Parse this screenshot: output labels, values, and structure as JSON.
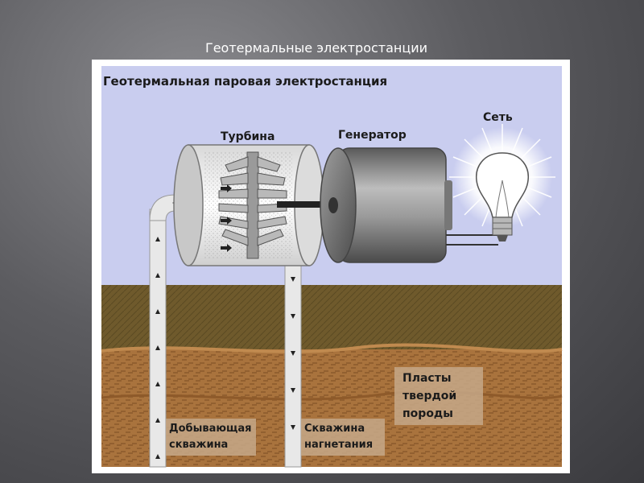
{
  "slide": {
    "title": "Геотермальные электростанции"
  },
  "diagram": {
    "title": "Геотермальная паровая электростанция",
    "labels": {
      "turbine": "Турбина",
      "generator": "Генератор",
      "grid": "Сеть",
      "rock_line1": "Пласты",
      "rock_line2": "твердой",
      "rock_line3": "породы",
      "production_line1": "Добывающая",
      "production_line2": "скважина",
      "injection_line1": "Скважина",
      "injection_line2": "нагнетания"
    },
    "colors": {
      "sky": "#c9cdef",
      "topsoil": "#6f5a2c",
      "rock": "#a9733d",
      "pipe": "#e8e8e8",
      "generator": "#8e8e8e"
    }
  }
}
